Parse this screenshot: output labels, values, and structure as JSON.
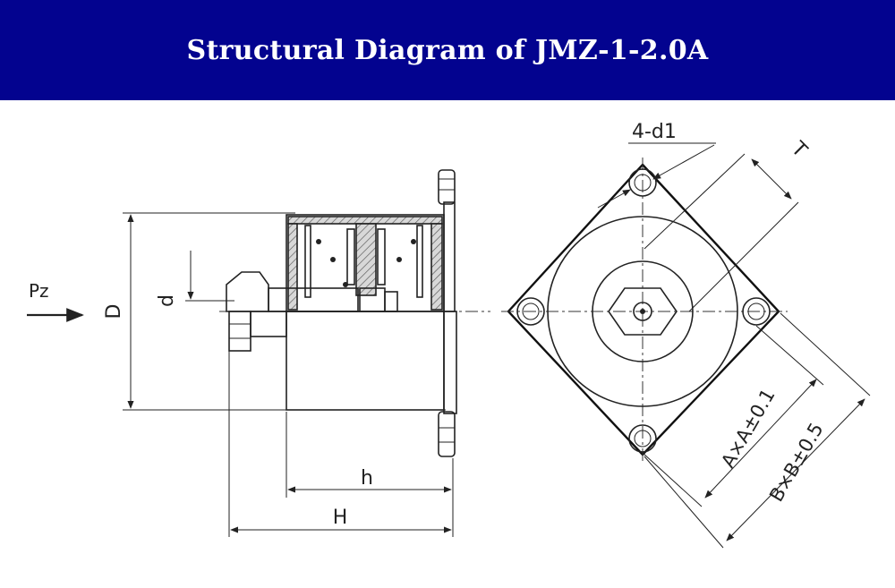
{
  "header": {
    "title": "Structural Diagram of  JMZ-1-2.0A",
    "background": "#03038f",
    "text_color": "#ffffff"
  },
  "side_view": {
    "labels": {
      "force": "Pz",
      "outer_diameter": "D",
      "inner_diameter": "d",
      "height_small": "h",
      "height_total": "H"
    }
  },
  "top_view": {
    "labels": {
      "holes": "4-d1",
      "thickness": "T",
      "inner_square": "A×A±0.1",
      "outer_square": "B×B±0.5"
    }
  }
}
